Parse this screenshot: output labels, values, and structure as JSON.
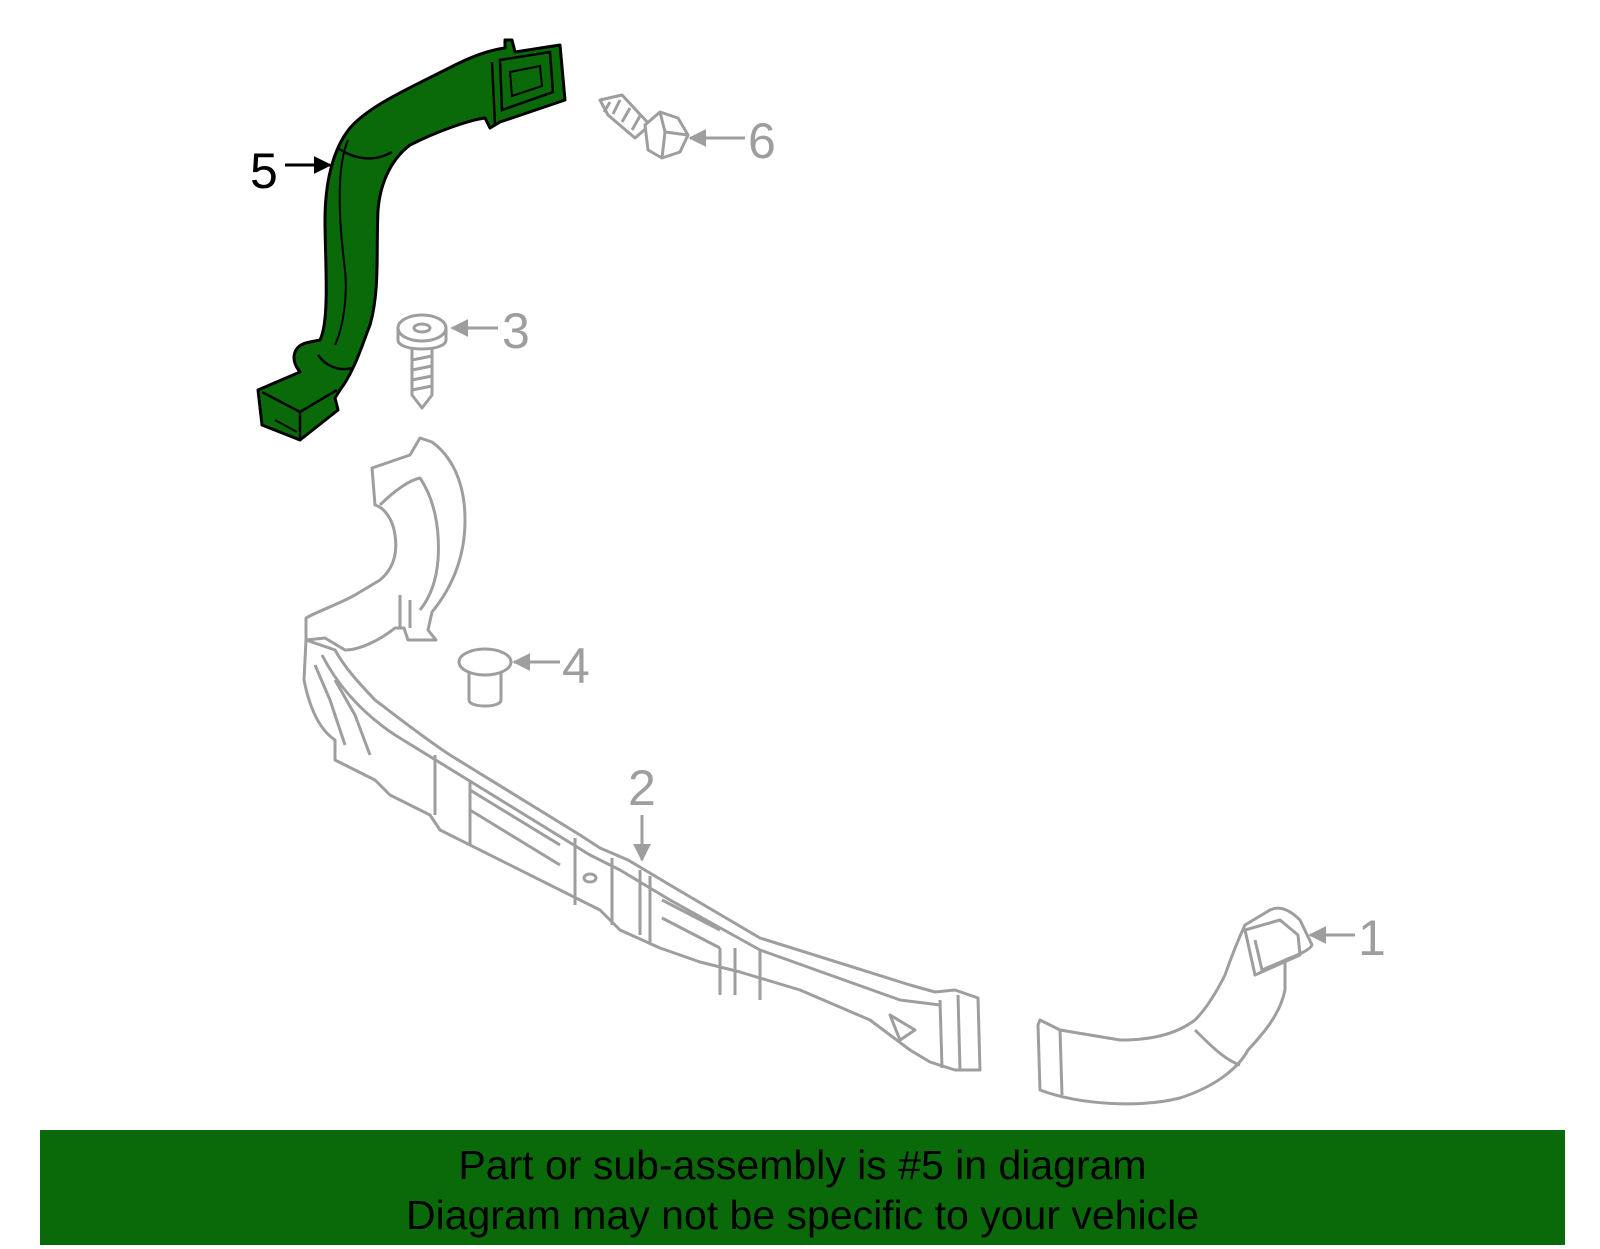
{
  "callouts": {
    "c1": "1",
    "c2": "2",
    "c3": "3",
    "c4": "4",
    "c5": "5",
    "c6": "6"
  },
  "banner": {
    "line1": "Part or sub-assembly is #5 in diagram",
    "line2": "Diagram may not be specific to your vehicle"
  },
  "colors": {
    "highlight": "#0a6a0a",
    "outline": "#9e9e9e",
    "banner_bg": "#0a6a0a",
    "text": "#000000"
  }
}
